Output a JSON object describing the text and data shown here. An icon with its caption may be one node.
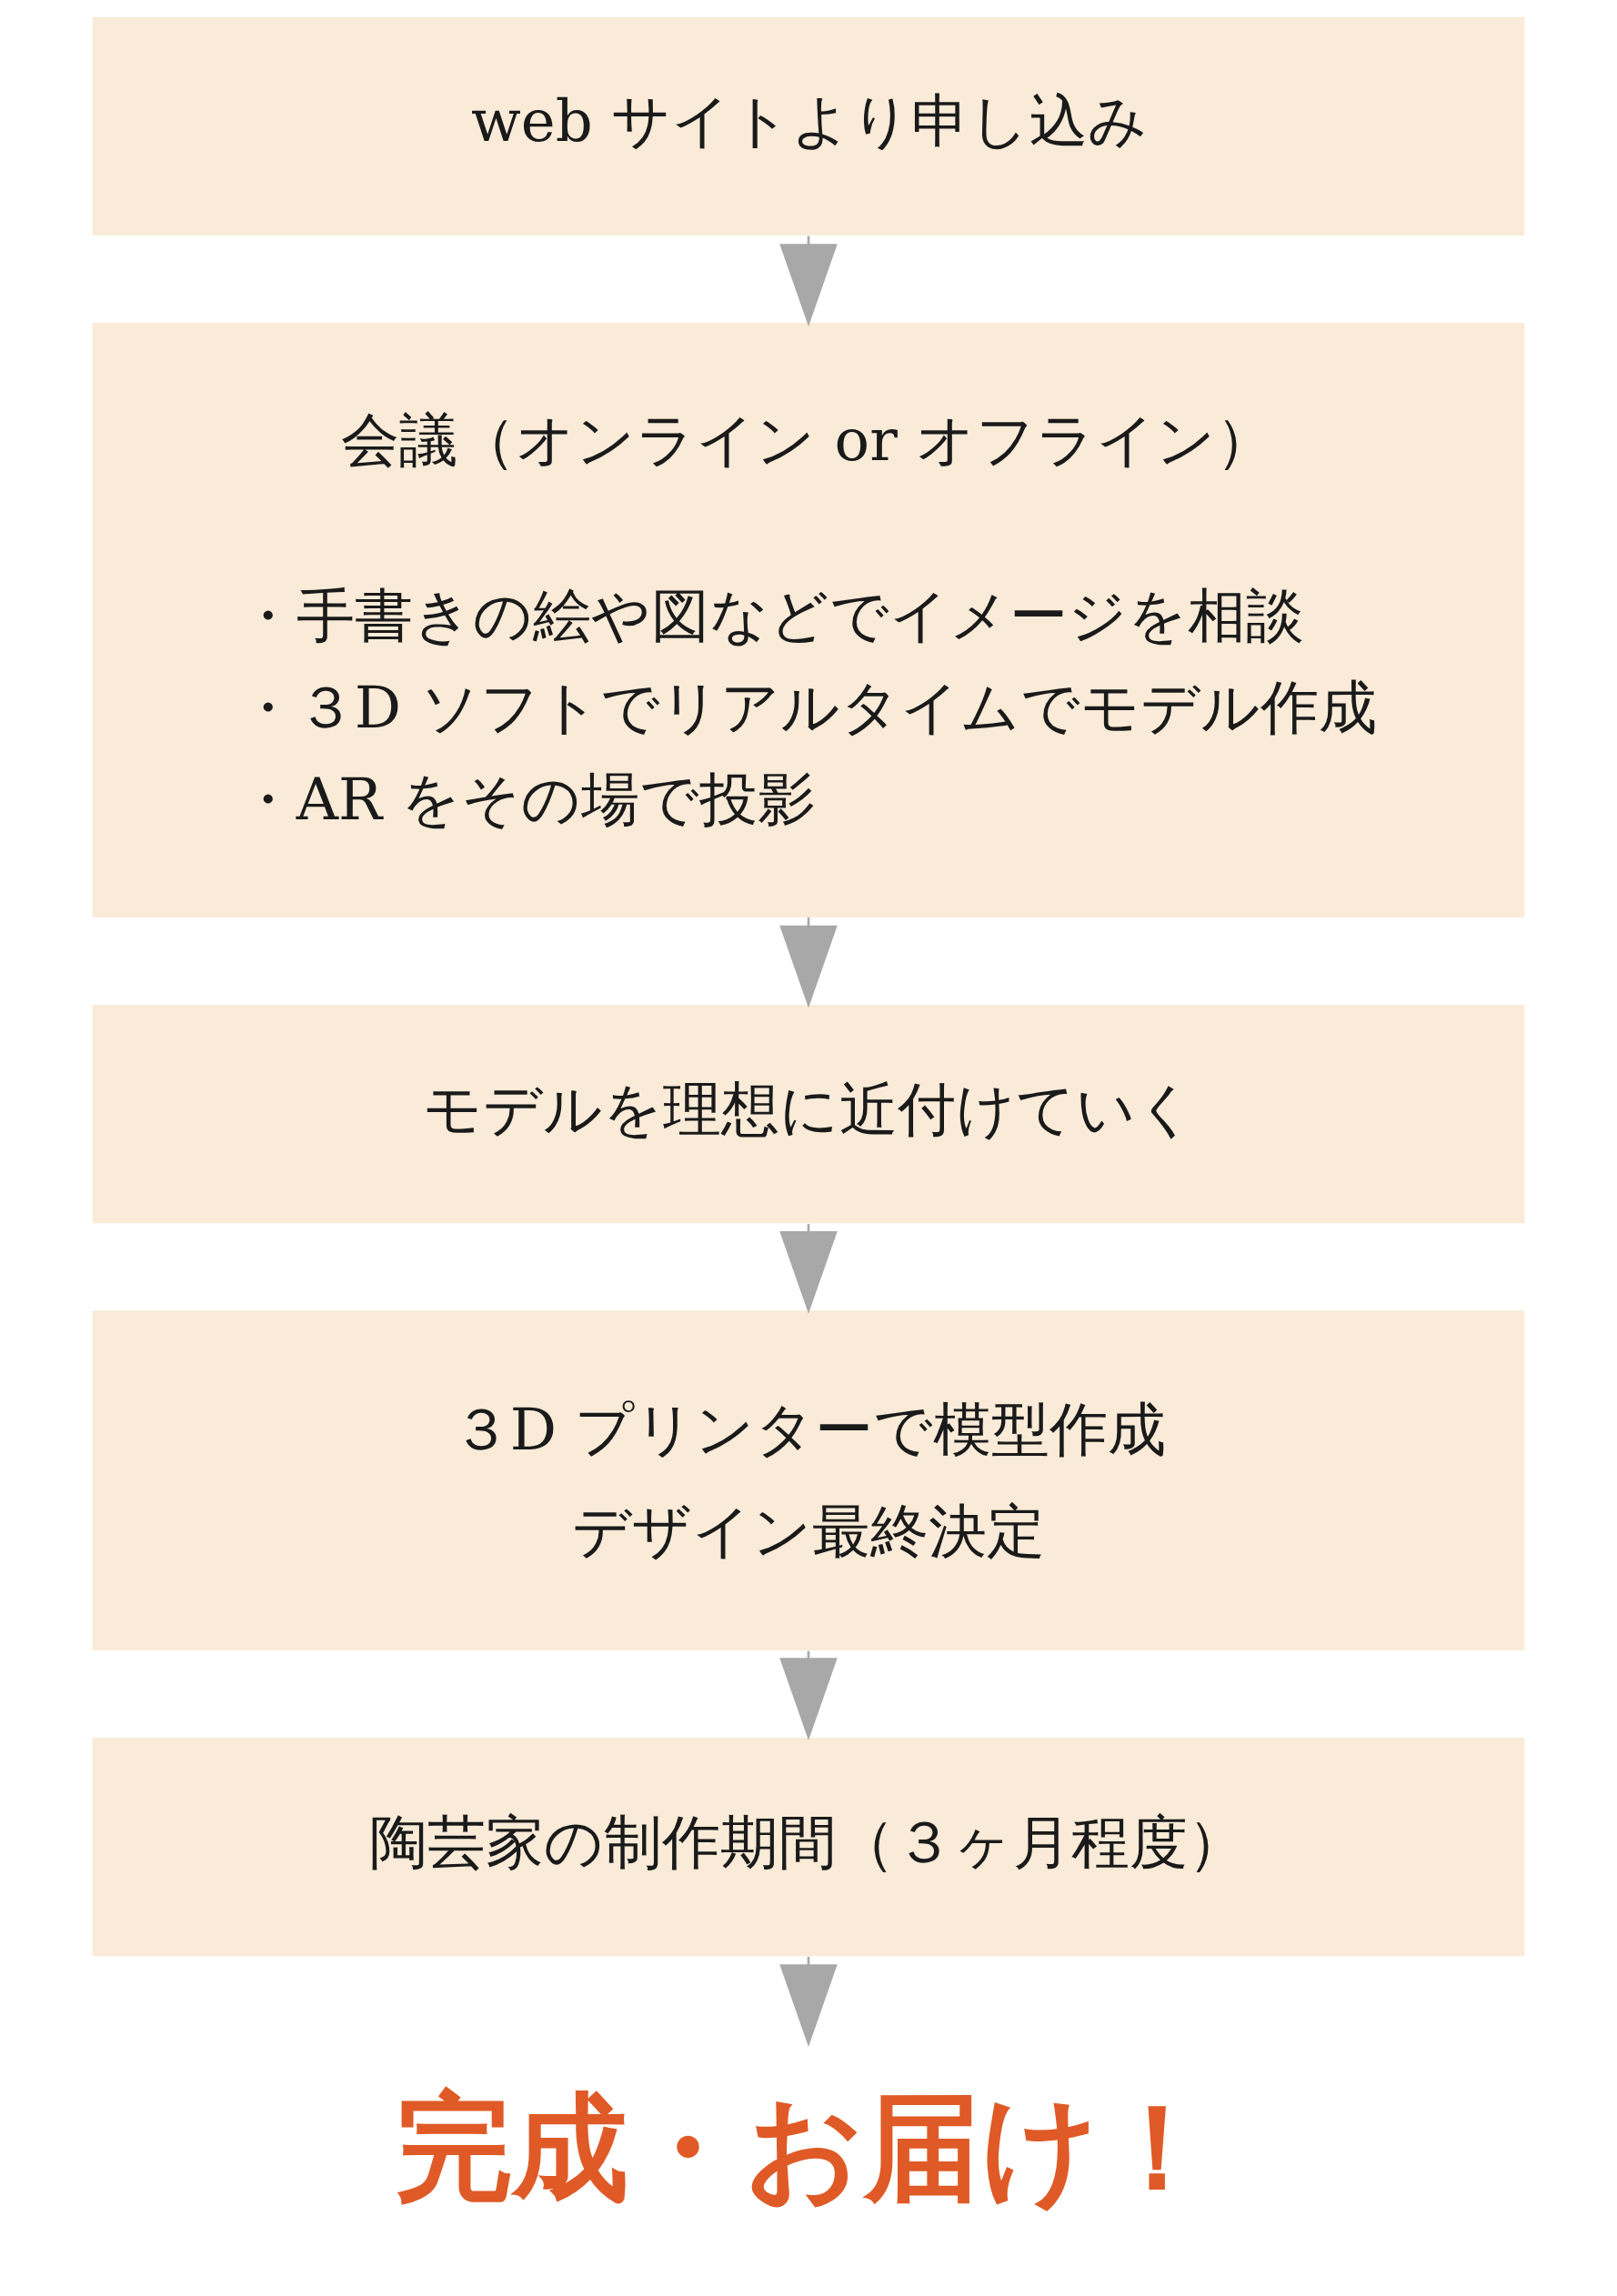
{
  "diagram": {
    "nodes": [
      {
        "text": [
          "web サイトより申し込み"
        ]
      },
      {
        "text": [
          "会議（オンライン or オフライン）",
          "・手書きの絵や図などでイメージを相談",
          "・３D ソフトでリアルタイムでモデル作成",
          "・AR をその場で投影"
        ]
      },
      {
        "text": [
          "モデルを理想に近付けていく"
        ]
      },
      {
        "text": [
          "３D プリンターで模型作成",
          "デザイン最終決定"
        ]
      },
      {
        "text": [
          "陶芸家の制作期間（３ヶ月程度）"
        ]
      },
      {
        "text": [
          "完成・お届け！"
        ]
      }
    ],
    "edges": [
      {
        "from": 0,
        "to": 1,
        "arrow": "to"
      },
      {
        "from": 1,
        "to": 2,
        "arrow": "to"
      },
      {
        "from": 2,
        "to": 3,
        "arrow": "to"
      },
      {
        "from": 3,
        "to": 4,
        "arrow": "to"
      },
      {
        "from": 4,
        "to": 5,
        "arrow": "to"
      }
    ]
  }
}
